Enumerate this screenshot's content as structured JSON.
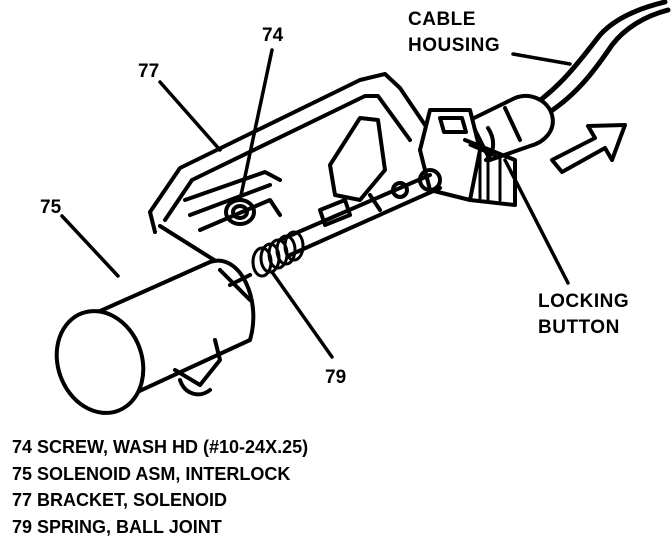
{
  "callouts": {
    "c74": "74",
    "c77": "77",
    "c75": "75",
    "c79": "79"
  },
  "labels": {
    "cable_line1": "CABLE",
    "cable_line2": "HOUSING",
    "locking_line1": "LOCKING",
    "locking_line2": "BUTTON"
  },
  "legend": [
    "74 SCREW, WASH HD (#10-24X.25)",
    "75 SOLENOID ASM, INTERLOCK",
    "77 BRACKET, SOLENOID",
    "79 SPRING, BALL JOINT"
  ]
}
